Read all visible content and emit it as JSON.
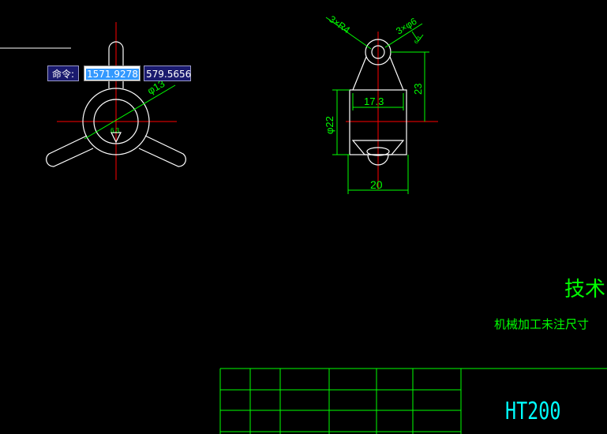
{
  "command_bar": {
    "label": "命令:",
    "x_value": "1571.9278",
    "y_value": "579.5656"
  },
  "drawing": {
    "front_view": {
      "dim_diameter": "φ13",
      "dim_small": "6.3"
    },
    "side_view": {
      "dim_fillet": "3×R4",
      "dim_holes": "3×φ6",
      "dim_roughness": "6.3",
      "dim_width_inner": "17.3",
      "dim_height": "23",
      "dim_diameter": "φ22",
      "dim_width": "20"
    },
    "technical_title": "技术",
    "technical_note": "机械加工未注尺寸",
    "material": "HT200"
  },
  "colors": {
    "background": "#000000",
    "geometry": "#ffffff",
    "dimension": "#00ff00",
    "centerline": "#ff0000",
    "material_text": "#00ffff",
    "table": "#00ff00"
  }
}
